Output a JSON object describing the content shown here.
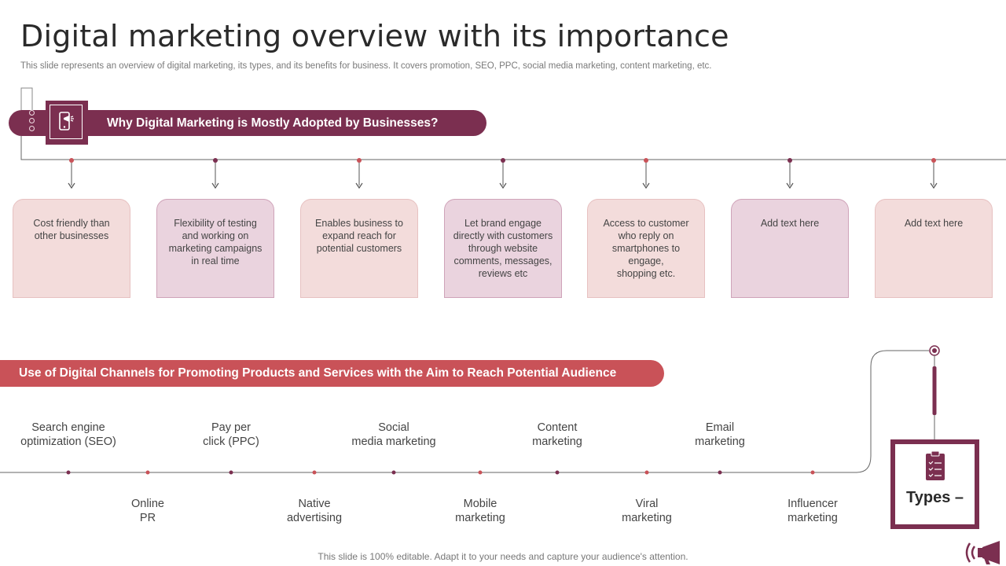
{
  "title": "Digital marketing overview with its importance",
  "subtitle": "This slide represents an overview of digital marketing, its types, and its benefits for business. It covers promotion, SEO, PPC, social media marketing, content marketing, etc.",
  "section1": {
    "heading": "Why Digital Marketing is Mostly  Adopted by Businesses?",
    "icon": "mobile-megaphone-icon",
    "cards": [
      {
        "lines": [
          "Cost friendly than",
          "other businesses"
        ]
      },
      {
        "lines": [
          "Flexibility of testing",
          "and working on",
          "marketing campaigns",
          "in real time"
        ]
      },
      {
        "lines": [
          "Enables business to",
          "expand reach for",
          "potential customers"
        ]
      },
      {
        "lines": [
          "Let brand engage",
          "directly with customers",
          "through website",
          "comments, messages,",
          "reviews  etc"
        ]
      },
      {
        "lines": [
          "Access to customer",
          "who reply on",
          "smartphones to",
          "engage,",
          "shopping etc."
        ]
      },
      {
        "lines": [
          "Add text here"
        ]
      },
      {
        "lines": [
          "Add text here"
        ]
      }
    ]
  },
  "section2": {
    "heading": "Use of Digital Channels for Promoting Products and Services with the Aim to Reach Potential Audience",
    "channels_top": [
      {
        "lines": [
          "Search engine",
          "optimization (SEO)"
        ]
      },
      {
        "lines": [
          "Pay per",
          "click (PPC)"
        ]
      },
      {
        "lines": [
          "Social",
          "media marketing"
        ]
      },
      {
        "lines": [
          "Content",
          "marketing"
        ]
      },
      {
        "lines": [
          "Email",
          "marketing"
        ]
      }
    ],
    "channels_bottom": [
      {
        "lines": [
          "Online",
          "PR"
        ]
      },
      {
        "lines": [
          "Native",
          "advertising"
        ]
      },
      {
        "lines": [
          "Mobile",
          "marketing"
        ]
      },
      {
        "lines": [
          "Viral",
          "marketing"
        ]
      },
      {
        "lines": [
          "Influencer",
          "marketing"
        ]
      }
    ],
    "types_label": "Types –",
    "types_icon": "clipboard-checklist-icon"
  },
  "footer": "This slide is 100% editable. Adapt it to your needs and capture your audience's attention.",
  "corner_icon": "megaphone-icon",
  "colors": {
    "primary": "#7b2f50",
    "accent": "#c95258",
    "card_beige": "#f3dcdb",
    "card_mauve": "#ead3de"
  }
}
